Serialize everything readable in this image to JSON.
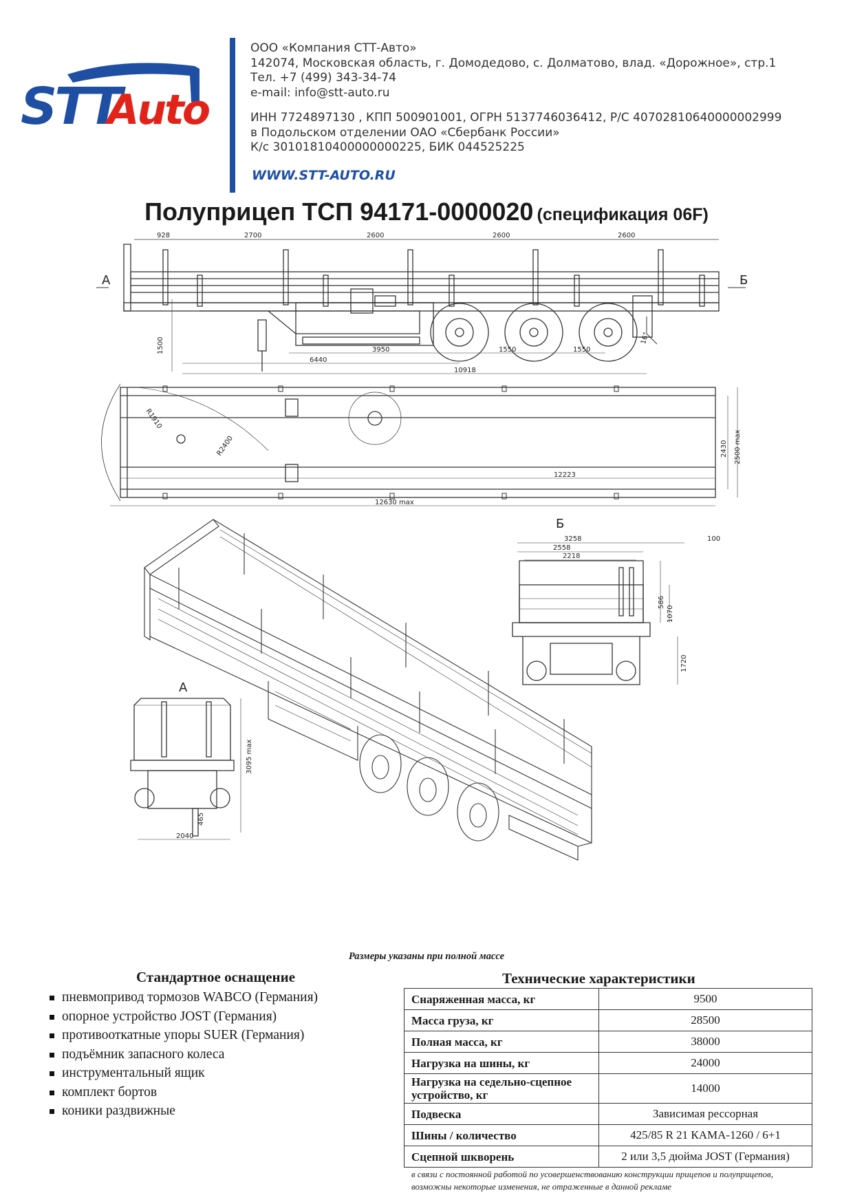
{
  "brand": {
    "logo_text_stt": "STT",
    "logo_text_auto": "Auto",
    "blue": "#1f4fa3",
    "red": "#e2231a"
  },
  "company": {
    "name": "ООО «Компания СТТ-Авто»",
    "address": "142074, Московская область, г. Домодедово, с. Долматово, влад. «Дорожное», стр.1",
    "phone": "Тел. +7 (499) 343-34-74",
    "email": "e-mail: info@stt-auto.ru",
    "inn": "ИНН 7724897130 , КПП 500901001, ОГРН 5137746036412, Р/С 40702810640000002999",
    "bank": "в Подольском отделении ОАО «Сбербанк России»",
    "corr": "К/с 30101810400000000225, БИК 044525225",
    "website": "WWW.STT-AUTO.RU"
  },
  "title": {
    "main": "Полуприцеп ТСП 94171-0000020",
    "spec": "(спецификация 06F)"
  },
  "drawing": {
    "side": {
      "top_dims": [
        "928",
        "2700",
        "2600",
        "2600",
        "2600"
      ],
      "bottom_dims": [
        "3950",
        "1550",
        "1550"
      ],
      "dim_6440": "6440",
      "dim_10918": "10918",
      "height_dim": "1500",
      "angle": "16°",
      "view_a": "А",
      "view_b": "Б"
    },
    "top": {
      "r1910": "R1910",
      "r2400": "R2400",
      "len_inner": "12223",
      "len_total": "12630 max",
      "w_inner": "2430",
      "w_total": "2500 max"
    },
    "rear_b": {
      "label": "Б",
      "d3258": "3258",
      "d2558": "2558",
      "d2218": "2218",
      "d100": "100",
      "d1070": "1070",
      "d586": "586",
      "d1720": "1720"
    },
    "front_a": {
      "label": "А",
      "d3095": "3095 max",
      "d465": "465",
      "d2040": "2040"
    }
  },
  "note_dims": "Размеры указаны при полной массе",
  "equipment": {
    "heading": "Стандартное оснащение",
    "items": [
      "пневмопривод тормозов WABCO (Германия)",
      "опорное устройство JOST (Германия)",
      "противооткатные упоры SUER (Германия)",
      "подъёмник запасного колеса",
      "инструментальный ящик",
      "комплект бортов",
      "коники раздвижные"
    ]
  },
  "specs": {
    "heading": "Технические характеристики",
    "rows": [
      {
        "k": "Снаряженная масса, кг",
        "v": "9500"
      },
      {
        "k": "Масса груза, кг",
        "v": "28500"
      },
      {
        "k": "Полная масса, кг",
        "v": "38000"
      },
      {
        "k": "Нагрузка на шины, кг",
        "v": "24000"
      },
      {
        "k": "Нагрузка на седельно-сцепное устройство, кг",
        "v": "14000"
      },
      {
        "k": "Подвеска",
        "v": "Зависимая рессорная"
      },
      {
        "k": "Шины / количество",
        "v": "425/85 R 21 КАМА-1260 / 6+1"
      },
      {
        "k": "Сцепной шкворень",
        "v": "2 или 3,5 дюйма JOST (Германия)"
      }
    ]
  },
  "disclaimer": "в связи с постоянной работой по усовершенствованию конструкции прицепов и полуприцепов, возможны некоторые изменения, не отраженные в данной рекламе"
}
